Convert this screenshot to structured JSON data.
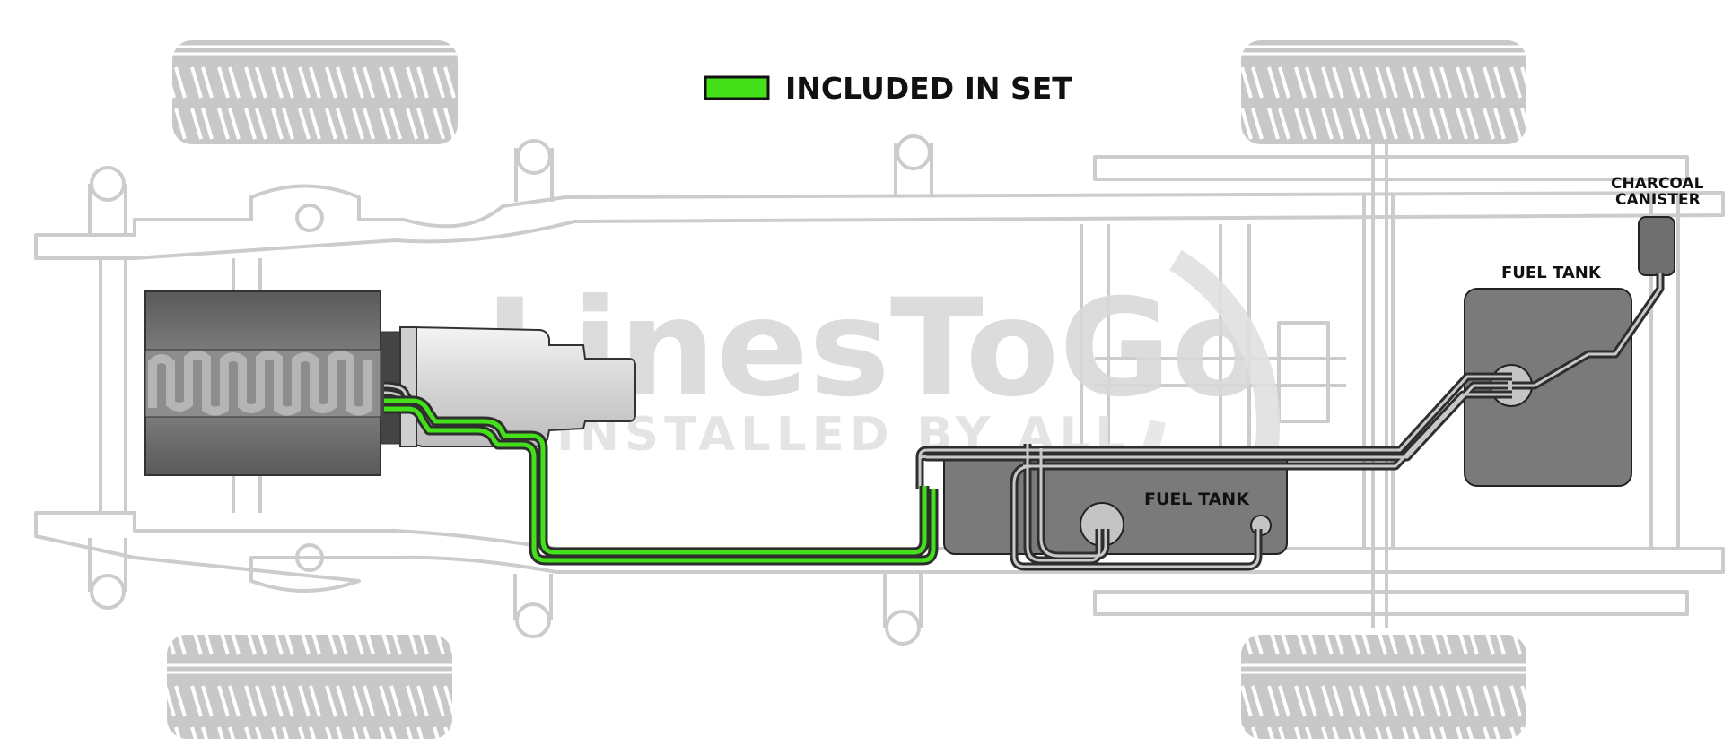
{
  "legend": {
    "label": "INCLUDED IN SET",
    "swatch_color": "#44e01a"
  },
  "watermark": {
    "brand": "LinesToGo",
    "tagline": "INSTALLED BY ALL"
  },
  "labels": {
    "fuel_tank_main": "FUEL TANK",
    "fuel_tank_rear": "FUEL TANK",
    "charcoal_canister_line1": "CHARCOAL",
    "charcoal_canister_line2": "CANISTER"
  },
  "colors": {
    "included_line": "#44e01a",
    "existing_line": "#3a3a3a",
    "component_fill": "#7a7a7a",
    "chassis": "#c8c8c8"
  },
  "icons": [
    "tire-icon",
    "engine-icon",
    "transmission-icon",
    "fuel-tank-icon",
    "fuel-pump-icon",
    "charcoal-canister-icon"
  ]
}
